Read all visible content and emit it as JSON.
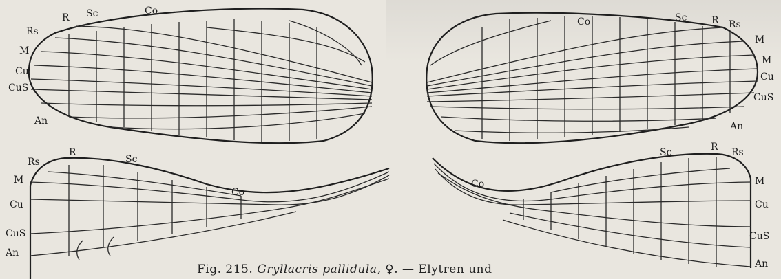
{
  "labels": {
    "tl": {
      "R": "R",
      "Sc": "Sc",
      "Co": "Co",
      "Rs": "Rs",
      "M": "M",
      "Cu": "Cu",
      "CuS": "CuS",
      "An": "An"
    },
    "tr": {
      "Co": "Co",
      "Sc": "Sc",
      "R": "R",
      "Rs": "Rs",
      "M": "M",
      "Cu": "Cu",
      "CuS": "CuS",
      "An": "An"
    },
    "bl": {
      "Rs": "Rs",
      "R": "R",
      "Sc": "Sc",
      "M": "M",
      "Co": "Co",
      "Cu": "Cu",
      "CuS": "CuS",
      "An": "An"
    },
    "br": {
      "Sc": "Sc",
      "R": "R",
      "Rs": "Rs",
      "Co": "Co",
      "M": "M",
      "Cu": "Cu",
      "CuS": "CuS",
      "An": "An"
    }
  },
  "caption": {
    "prefix": "Fig. 215. ",
    "species": "Gryllacris pallidula,",
    "suffix": " ♀. — Elytren und"
  }
}
